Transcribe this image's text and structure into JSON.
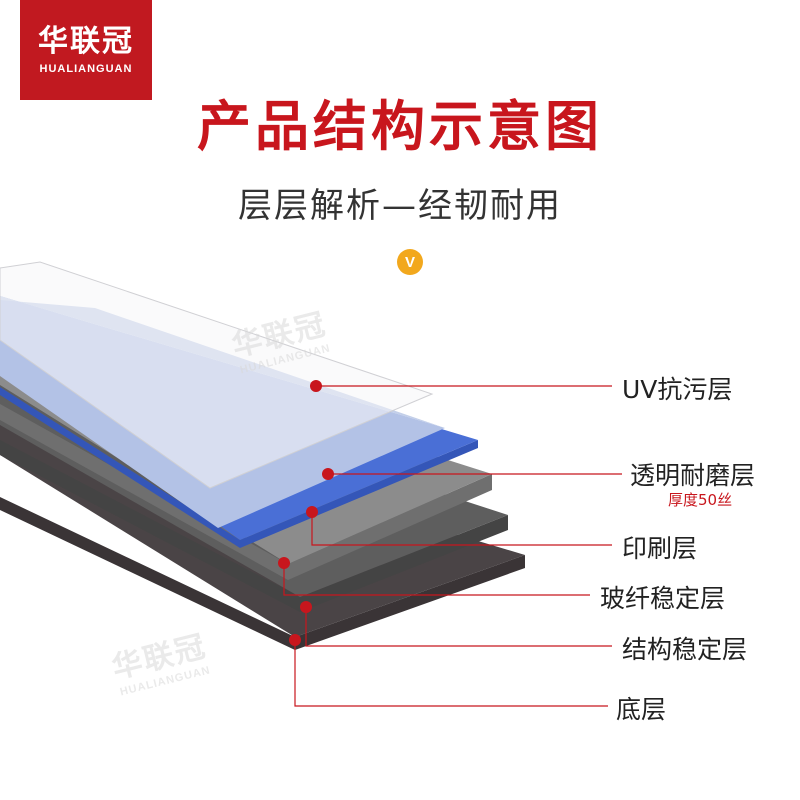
{
  "brand": {
    "name_cn": "华联冠",
    "name_en": "HUALIANGUAN"
  },
  "header": {
    "title": "产品结构示意图",
    "subtitle": "层层解析—经韧耐用",
    "badge": "V"
  },
  "layers": [
    {
      "label": "UV抗污层"
    },
    {
      "label": "透明耐磨层",
      "note": "厚度50丝"
    },
    {
      "label": "印刷层"
    },
    {
      "label": "玻纤稳定层"
    },
    {
      "label": "结构稳定层"
    },
    {
      "label": "底层"
    }
  ],
  "colors": {
    "brand_red": "#c11920",
    "title_red": "#c8161d",
    "badge_orange": "#f2a81d",
    "layer_uv": "#f6f6f8",
    "layer_wear": "#b3c2e6",
    "layer_print": "#4a6fd6",
    "layer_glass": "#8c8c8c",
    "layer_struct": "#5e5e5e",
    "layer_base": "#4a4446"
  }
}
